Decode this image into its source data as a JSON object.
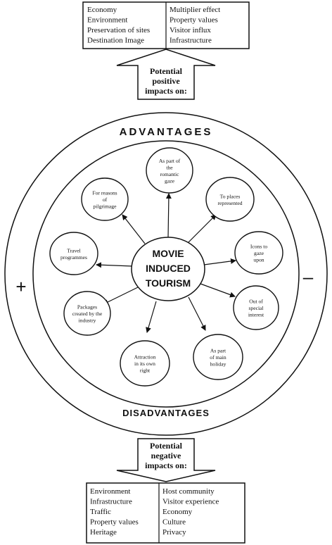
{
  "top_box": {
    "left": [
      "Economy",
      "Environment",
      "Preservation of sites",
      "Destination Image"
    ],
    "right": [
      "Multiplier effect",
      "Property values",
      "Visitor influx",
      "Infrastructure"
    ]
  },
  "positive_arrow": [
    "Potential",
    "positive",
    "impacts on:"
  ],
  "advantages_label": "ADVANTAGES",
  "disadvantages_label": "DISADVANTAGES",
  "plus_sign": "+",
  "minus_sign": "–",
  "center": [
    "MOVIE",
    "INDUCED",
    "TOURISM"
  ],
  "nodes": [
    {
      "id": "romantic-gaze",
      "lines": [
        "As part of",
        "the",
        "romantic",
        "gaze"
      ]
    },
    {
      "id": "places-represented",
      "lines": [
        "To places",
        "represented"
      ]
    },
    {
      "id": "icons-to-gaze",
      "lines": [
        "Icons to",
        "gaze",
        "upon"
      ]
    },
    {
      "id": "special-interest",
      "lines": [
        "Out of",
        "special",
        "interest"
      ]
    },
    {
      "id": "main-holiday",
      "lines": [
        "As part",
        "of main",
        "holiday"
      ]
    },
    {
      "id": "attraction-own-right",
      "lines": [
        "Attraction",
        "in its own",
        "right"
      ]
    },
    {
      "id": "packages-industry",
      "lines": [
        "Packages",
        "created by the",
        "industry"
      ]
    },
    {
      "id": "travel-programmes",
      "lines": [
        "Travel",
        "programmes"
      ]
    },
    {
      "id": "pilgrimage",
      "lines": [
        "For reasons",
        "of",
        "pilgrimage"
      ]
    }
  ],
  "negative_arrow": [
    "Potential",
    "negative",
    "impacts on:"
  ],
  "bottom_box": {
    "left": [
      "Environment",
      "Infrastructure",
      "Traffic",
      "Property values",
      "Heritage"
    ],
    "right": [
      "Host community",
      "Visitor experience",
      "Economy",
      "Culture",
      "Privacy"
    ]
  }
}
